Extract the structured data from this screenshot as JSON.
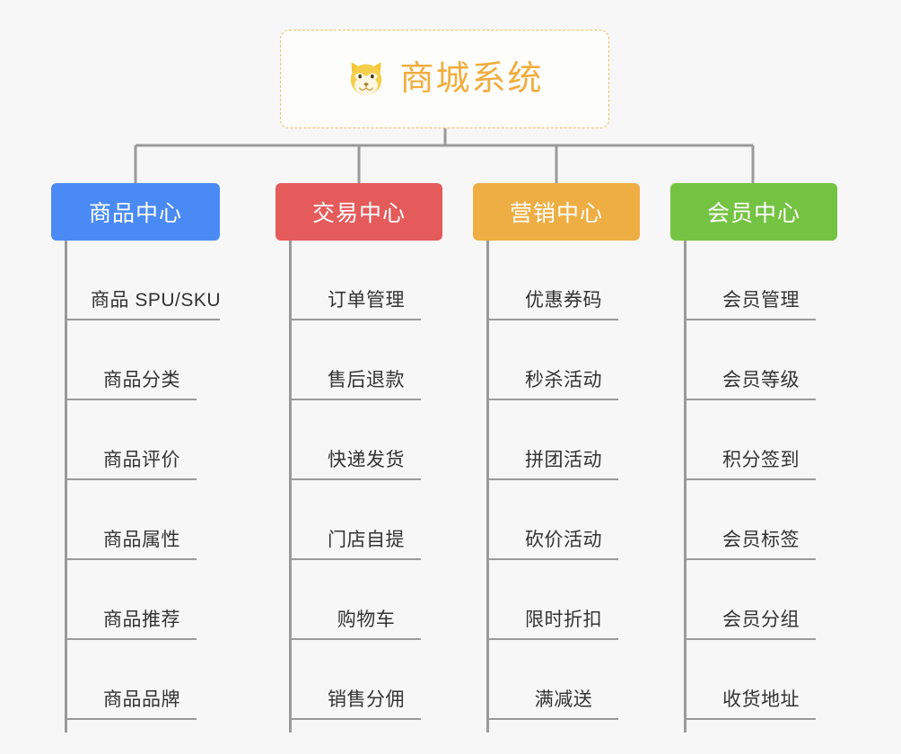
{
  "root": {
    "icon": "shiba-dog-face-icon",
    "title": "商城系统"
  },
  "colors": {
    "background": "#f7f7f7",
    "root_border": "#e8c06a",
    "root_text": "#f0ad3e",
    "connector": "#9a9a9a",
    "leaf_text": "#333333",
    "category_blue": "#4a8af4",
    "category_red": "#e55b5b",
    "category_orange": "#eeae43",
    "category_green": "#74c342"
  },
  "columns": [
    {
      "title": "商品中心",
      "color": "#4a8af4",
      "items": [
        "商品 SPU/SKU",
        "商品分类",
        "商品评价",
        "商品属性",
        "商品推荐",
        "商品品牌"
      ]
    },
    {
      "title": "交易中心",
      "color": "#e55b5b",
      "items": [
        "订单管理",
        "售后退款",
        "快递发货",
        "门店自提",
        "购物车",
        "销售分佣"
      ]
    },
    {
      "title": "营销中心",
      "color": "#eeae43",
      "items": [
        "优惠券码",
        "秒杀活动",
        "拼团活动",
        "砍价活动",
        "限时折扣",
        "满减送"
      ]
    },
    {
      "title": "会员中心",
      "color": "#74c342",
      "items": [
        "会员管理",
        "会员等级",
        "积分签到",
        "会员标签",
        "会员分组",
        "收货地址"
      ]
    }
  ]
}
